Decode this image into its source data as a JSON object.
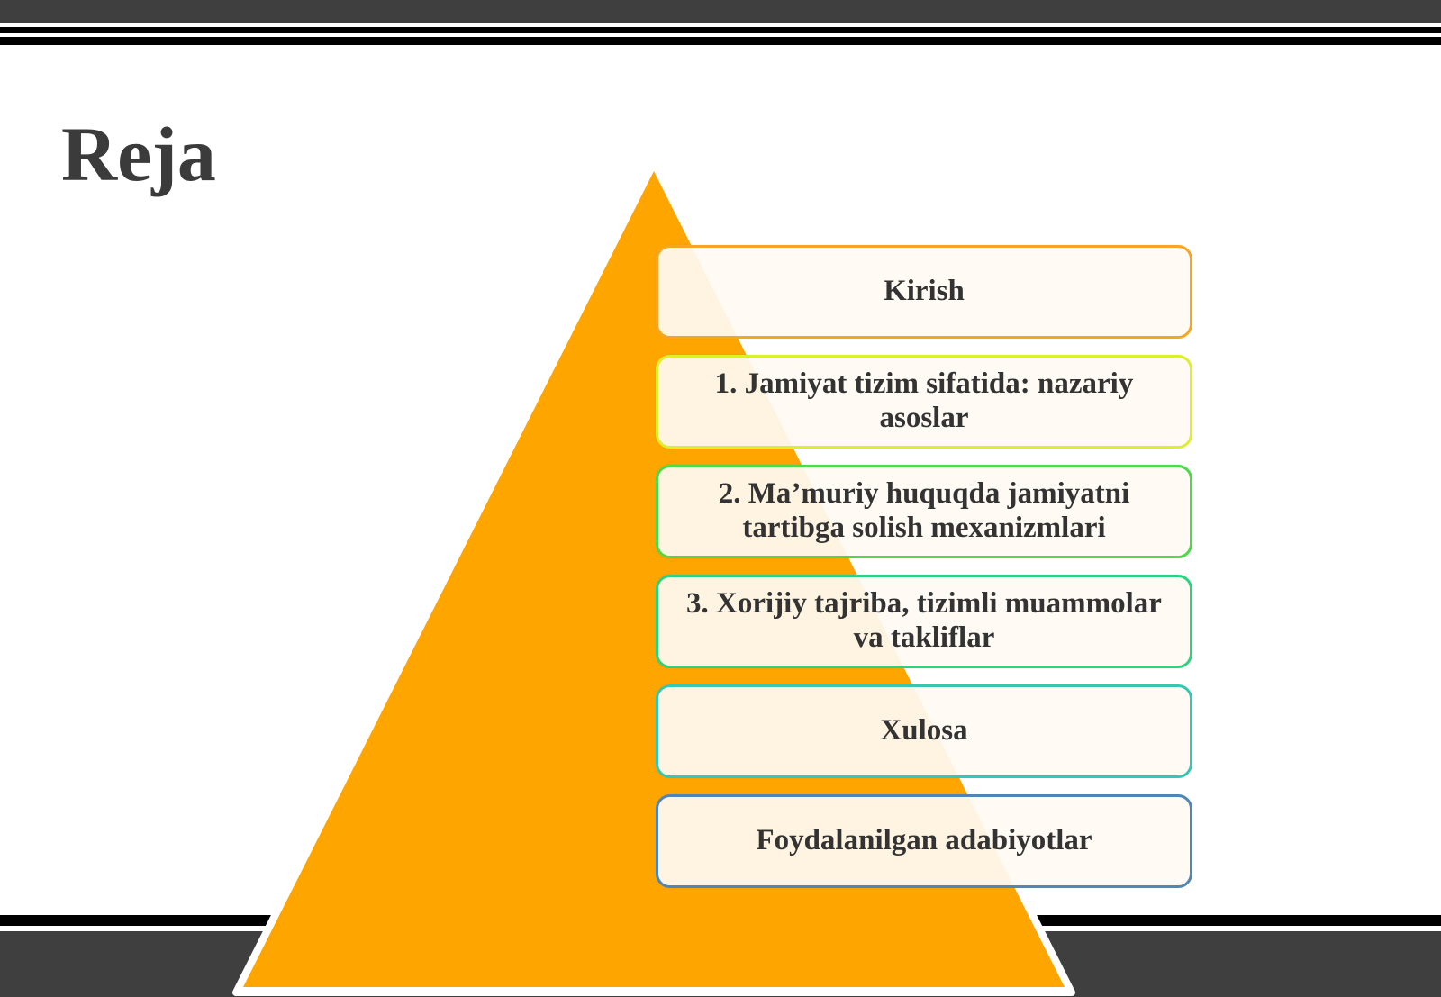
{
  "slide": {
    "title": "Reja",
    "items": [
      {
        "label": "Kirish",
        "border": "#f5a623"
      },
      {
        "label": "1. Jamiyat tizim sifatida: nazariy asoslar",
        "border": "#dcef2c"
      },
      {
        "label": "2. Ma’muriy huquqda jamiyatni tartibga solish mexanizmlari",
        "border": "#4ed84a"
      },
      {
        "label": "3. Xorijiy tajriba, tizimli muammolar va takliflar",
        "border": "#2fd080"
      },
      {
        "label": "Xulosa",
        "border": "#38c6b4"
      },
      {
        "label": "Foydalanilgan adabiyotlar",
        "border": "#4f86b8"
      }
    ]
  },
  "colors": {
    "pyramid": "#ffa500",
    "band": "#3f3f3f"
  }
}
